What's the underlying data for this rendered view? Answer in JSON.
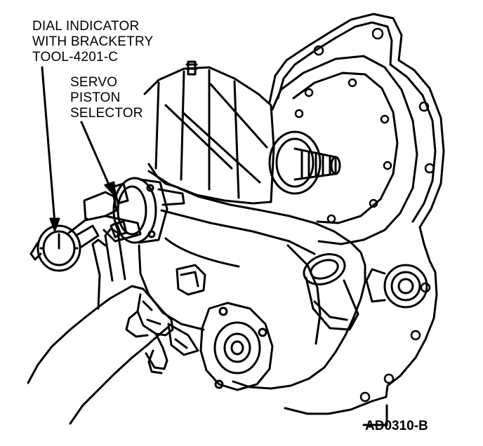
{
  "labels": {
    "dial_indicator": [
      "DIAL INDICATOR",
      "WITH BRACKETRY",
      "TOOL-4201-C"
    ],
    "servo_piston_selector": [
      "SERVO",
      "PISTON",
      "SELECTOR"
    ]
  },
  "figure_id": "AD0310-B",
  "colors": {
    "ink": "#000000",
    "paper": "#ffffff"
  }
}
